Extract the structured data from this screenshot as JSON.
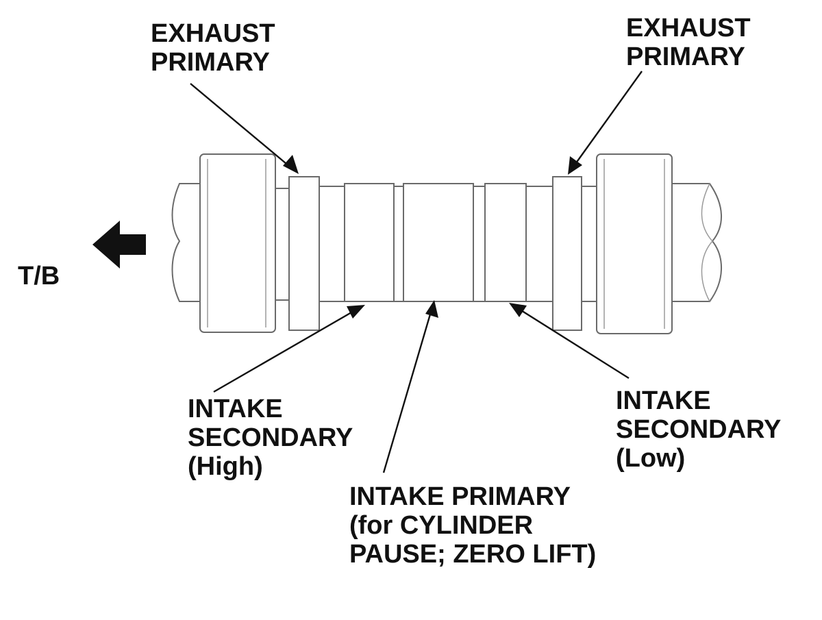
{
  "labels": {
    "exhaust_primary_left": [
      "EXHAUST",
      "PRIMARY"
    ],
    "exhaust_primary_right": [
      "EXHAUST",
      "PRIMARY"
    ],
    "intake_secondary_high": [
      "INTAKE",
      "SECONDARY",
      "(High)"
    ],
    "intake_secondary_low": [
      "INTAKE",
      "SECONDARY",
      "(Low)"
    ],
    "intake_primary": [
      "INTAKE PRIMARY",
      "(for CYLINDER",
      "PAUSE; ZERO LIFT)"
    ],
    "tb": "T/B"
  },
  "icons": {
    "direction_arrow": "arrow-left-icon"
  },
  "colors": {
    "text": "#111111",
    "outline": "#6a6a6a",
    "background": "#ffffff"
  }
}
